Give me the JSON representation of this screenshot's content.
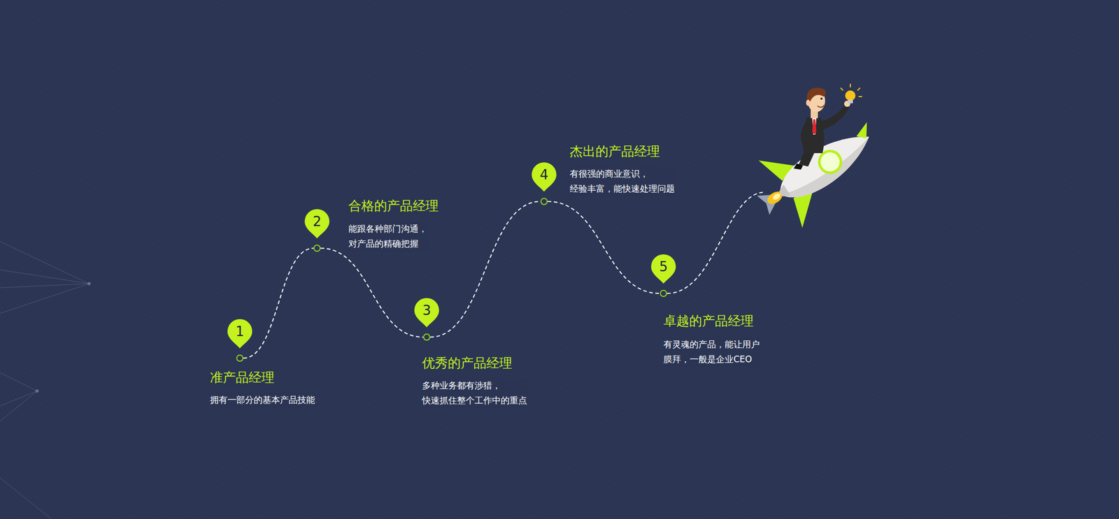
{
  "diagram": {
    "nodes": [
      {
        "text": [
          "1",
          "准产品经理",
          "拥有一部分的基本产品技能"
        ]
      },
      {
        "text": [
          "2",
          "合格的产品经理",
          "能跟各种部门沟通， 对产品的精确把握"
        ]
      },
      {
        "text": [
          "3",
          "优秀的产品经理",
          "多种业务都有涉猎， 快速抓住整个工作中的重点"
        ]
      },
      {
        "text": [
          "4",
          "杰出的产品经理",
          "有很强的商业意识， 经验丰富，能快速处理问题"
        ]
      },
      {
        "text": [
          "5",
          "卓越的产品经理",
          "有灵魂的产品，能让用户 膜拜，一般是企业CEO"
        ]
      }
    ],
    "edges": [
      {
        "from": 0,
        "to": 1,
        "arrow": "none"
      },
      {
        "from": 1,
        "to": 2,
        "arrow": "none"
      },
      {
        "from": 2,
        "to": 3,
        "arrow": "none"
      },
      {
        "from": 3,
        "to": 4,
        "arrow": "none"
      }
    ]
  }
}
